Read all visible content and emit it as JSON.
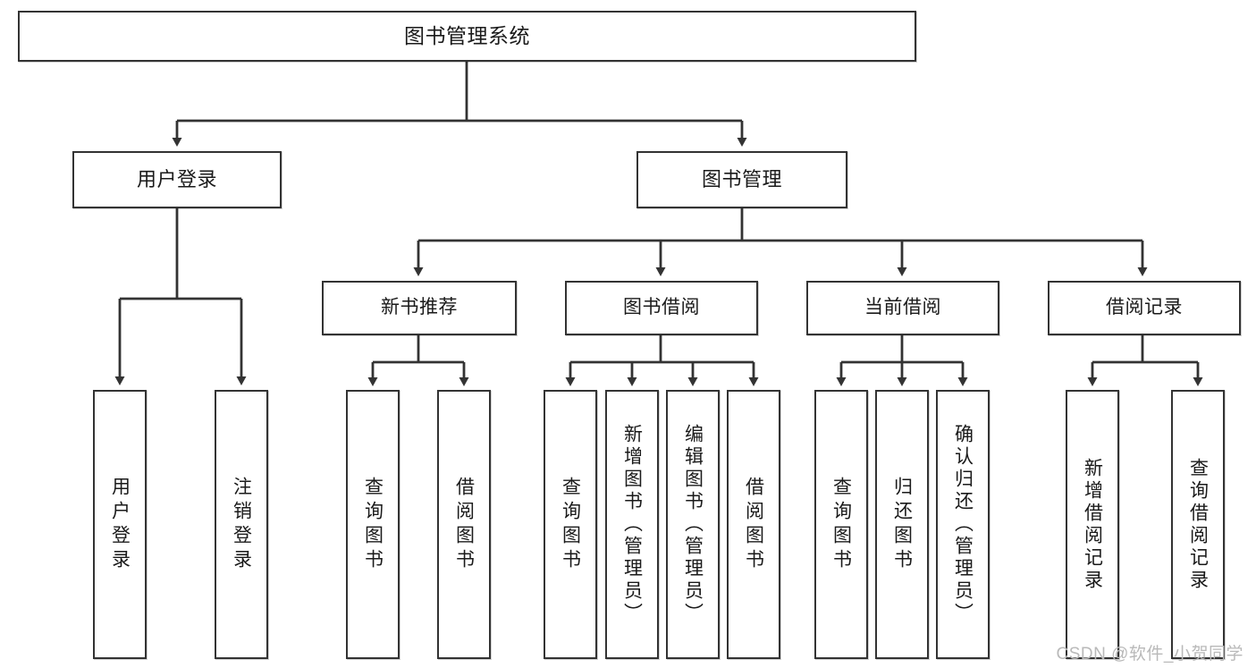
{
  "diagram": {
    "title": "图书管理系统",
    "type": "tree-hierarchy-chart",
    "root": {
      "label": "图书管理系统"
    },
    "level2": [
      {
        "label": "用户登录"
      },
      {
        "label": "图书管理"
      }
    ],
    "level3": [
      {
        "label": "新书推荐"
      },
      {
        "label": "图书借阅"
      },
      {
        "label": "当前借阅"
      },
      {
        "label": "借阅记录"
      }
    ],
    "leaves": {
      "user_login": [
        {
          "label": "用户登录"
        },
        {
          "label": "注销登录"
        }
      ],
      "new_book_recommend": [
        {
          "label": "查询图书"
        },
        {
          "label": "借阅图书"
        }
      ],
      "book_borrow": [
        {
          "label": "查询图书"
        },
        {
          "label": "新增图书（管理员）"
        },
        {
          "label": "编辑图书（管理员）"
        },
        {
          "label": "借阅图书"
        }
      ],
      "current_borrow": [
        {
          "label": "查询图书"
        },
        {
          "label": "归还图书"
        },
        {
          "label": "确认归还（管理员）"
        }
      ],
      "borrow_record": [
        {
          "label": "新增借阅记录"
        },
        {
          "label": "查询借阅记录"
        }
      ]
    }
  },
  "watermark": {
    "text": "CSDN @软件_小贺同学"
  },
  "colors": {
    "border": "#333333",
    "background": "#ffffff",
    "text": "#1a1a1a",
    "watermark": "#b9b9b9"
  }
}
